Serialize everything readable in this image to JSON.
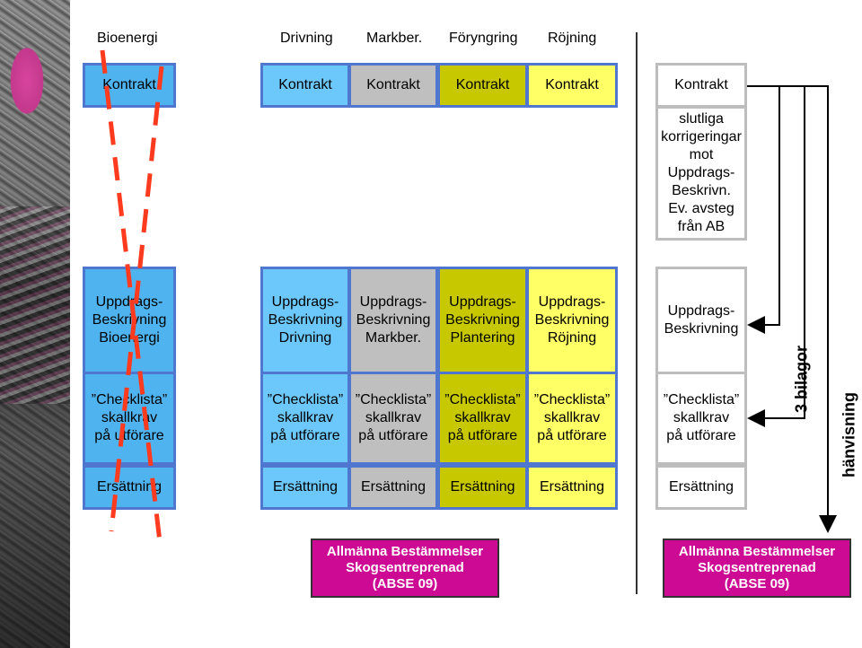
{
  "headers": {
    "bioenergi": "Bioenergi",
    "drivning": "Drivning",
    "markber": "Markber.",
    "foryngring": "Föryngring",
    "rojning": "Röjning"
  },
  "bio": {
    "kontrakt": "Kontrakt",
    "uppdrag": "Uppdrags-\nBeskrivning\nBioenergi",
    "checklista": "”Checklista”\nskallkrav\npå utförare",
    "ersattning": "Ersättning"
  },
  "groups": {
    "kontrakt": [
      "Kontrakt",
      "Kontrakt",
      "Kontrakt",
      "Kontrakt"
    ],
    "uppdrag": [
      "Uppdrags-\nBeskrivning\nDrivning",
      "Uppdrags-\nBeskrivning\nMarkber.",
      "Uppdrags-\nBeskrivning\nPlantering",
      "Uppdrags-\nBeskrivning\nRöjning"
    ],
    "checklista": [
      "”Checklista”\nskallkrav\npå utförare",
      "”Checklista”\nskallkrav\npå utförare",
      "”Checklista”\nskallkrav\npå utförare",
      "”Checklista”\nskallkrav\npå utförare"
    ],
    "ersattning": [
      "Ersättning",
      "Ersättning",
      "Ersättning",
      "Ersättning"
    ]
  },
  "right": {
    "kontrakt": "Kontrakt",
    "notes": "slutliga\nkorrigeringar\nmot\nUppdrags-\nBeskrivn.",
    "notes2": "Ev. avsteg\nfrån AB",
    "uppdrag": "Uppdrags-\nBeskrivning",
    "checklista": "”Checklista”\nskallkrav\npå utförare",
    "ersattning": "Ersättning"
  },
  "abse": {
    "left": "Allmänna Bestämmelser\nSkogsentreprenad\n(ABSE 09)",
    "right": "Allmänna Bestämmelser\nSkogsentreprenad\n(ABSE 09)"
  },
  "side_labels": {
    "bilagor": "3 bilagor",
    "hanvisning": "hänvisning"
  },
  "colors": {
    "blue_border": "#4f77cf",
    "bio_fill": "#4fb3ef",
    "drivning_fill": "#6cc7fb",
    "markber_fill": "#bfbfbf",
    "plantering_fill": "#c7c800",
    "rojning_fill": "#ffff66",
    "abse_fill": "#cc0a93",
    "strike_red": "#ff3b1f"
  }
}
